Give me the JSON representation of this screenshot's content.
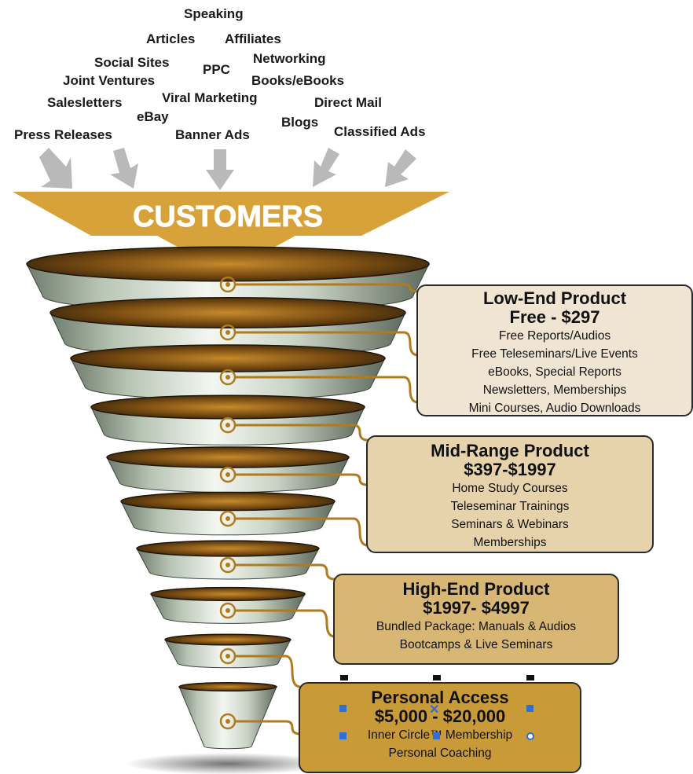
{
  "sources": [
    "Speaking",
    "Articles",
    "Affiliates",
    "Social Sites",
    "PPC",
    "Networking",
    "Joint Ventures",
    "Books/eBooks",
    "Viral Marketing",
    "Salesletters",
    "eBay",
    "Direct Mail",
    "Blogs",
    "Press Releases",
    "Banner Ads",
    "Classified Ads"
  ],
  "funnel": {
    "entry_label": "CUSTOMERS"
  },
  "tiers": [
    {
      "title": "Low-End Product",
      "price": "Free - $297",
      "items": [
        "Free Reports/Audios",
        "Free Teleseminars/Live Events",
        "eBooks, Special Reports",
        "Newsletters, Memberships",
        "Mini Courses, Audio Downloads"
      ],
      "color": "#efe5d2"
    },
    {
      "title": "Mid-Range Product",
      "price": "$397-$1997",
      "items": [
        "Home Study Courses",
        "Teleseminar Trainings",
        "Seminars & Webinars",
        "Memberships"
      ],
      "color": "#e6d3ac"
    },
    {
      "title": "High-End Product",
      "price": "$1997- $4997",
      "items": [
        "Bundled Package: Manuals & Audios",
        "Bootcamps & Live Seminars"
      ],
      "color": "#d8b775"
    },
    {
      "title": "Personal Access",
      "price": "$5,000 - $20,000",
      "items": [
        "Inner Circle™ Membership",
        "Personal Coaching"
      ],
      "color": "#c99a38"
    }
  ],
  "colors": {
    "arrow": "#b9b9b9",
    "banner": "#d8a23a",
    "connector": "#b07a1f",
    "ring_top": "#3a2a12",
    "selection_handle": "#2f6fd6"
  }
}
